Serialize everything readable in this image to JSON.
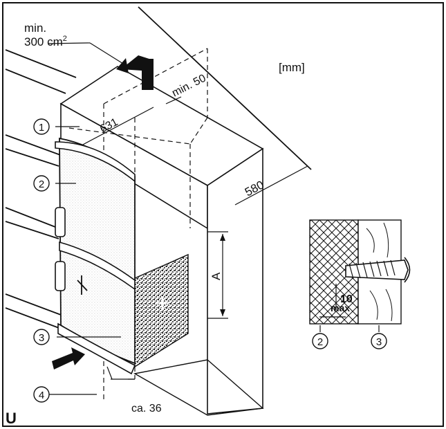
{
  "units": "[mm]",
  "ventilation": {
    "line1": "min.",
    "line2": "300 cm",
    "sup": "2"
  },
  "dimensions": {
    "gap_top": "min. 50",
    "depth_a": "631",
    "depth_b": "580",
    "height_label": "A",
    "bottom_gap": "ca. 36",
    "screw_depth_value": "10",
    "screw_depth_unit": "max"
  },
  "callouts": [
    "1",
    "2",
    "3",
    "4"
  ],
  "detail_callouts": [
    "2",
    "3"
  ],
  "corner_mark": "U",
  "hatch_color": "#111111",
  "line_color": "#111111"
}
